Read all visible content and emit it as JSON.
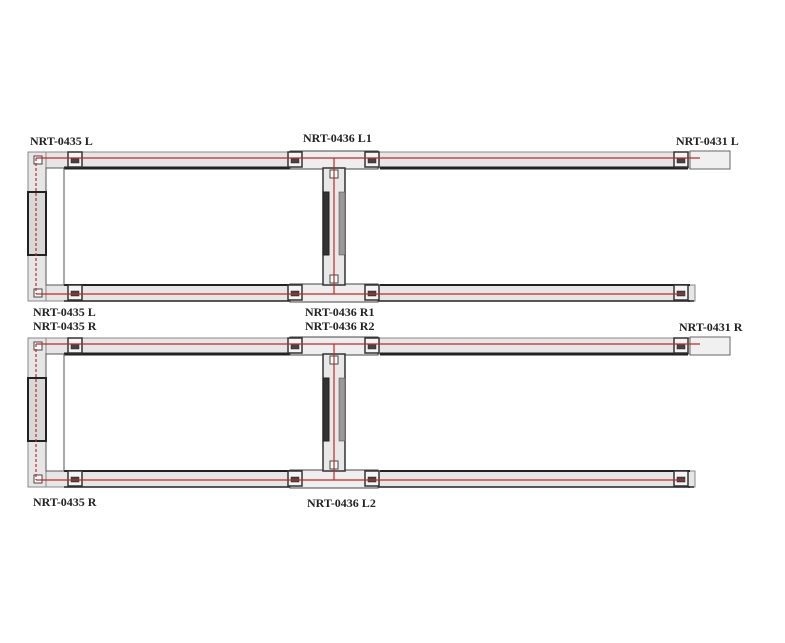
{
  "labels": {
    "top_left_upper": "NRT-0435 L",
    "top_tee_upper": "NRT-0436 L1",
    "top_right": "NRT-0431 L",
    "top_left_lower": "NRT-0435 L",
    "top_tee_lower": "NRT-0436 R1",
    "bottom_left_upper": "NRT-0435 R",
    "bottom_tee_upper": "NRT-0436 R2",
    "bottom_right": "NRT-0431 R",
    "bottom_left_lower": "NRT-0435 R",
    "bottom_tee_lower": "NRT-0436 L2"
  },
  "colors": {
    "rail_fill": "#e6e6e6",
    "rail_edge": "#222222",
    "wire": "#c0282a",
    "connector": "#333333"
  }
}
